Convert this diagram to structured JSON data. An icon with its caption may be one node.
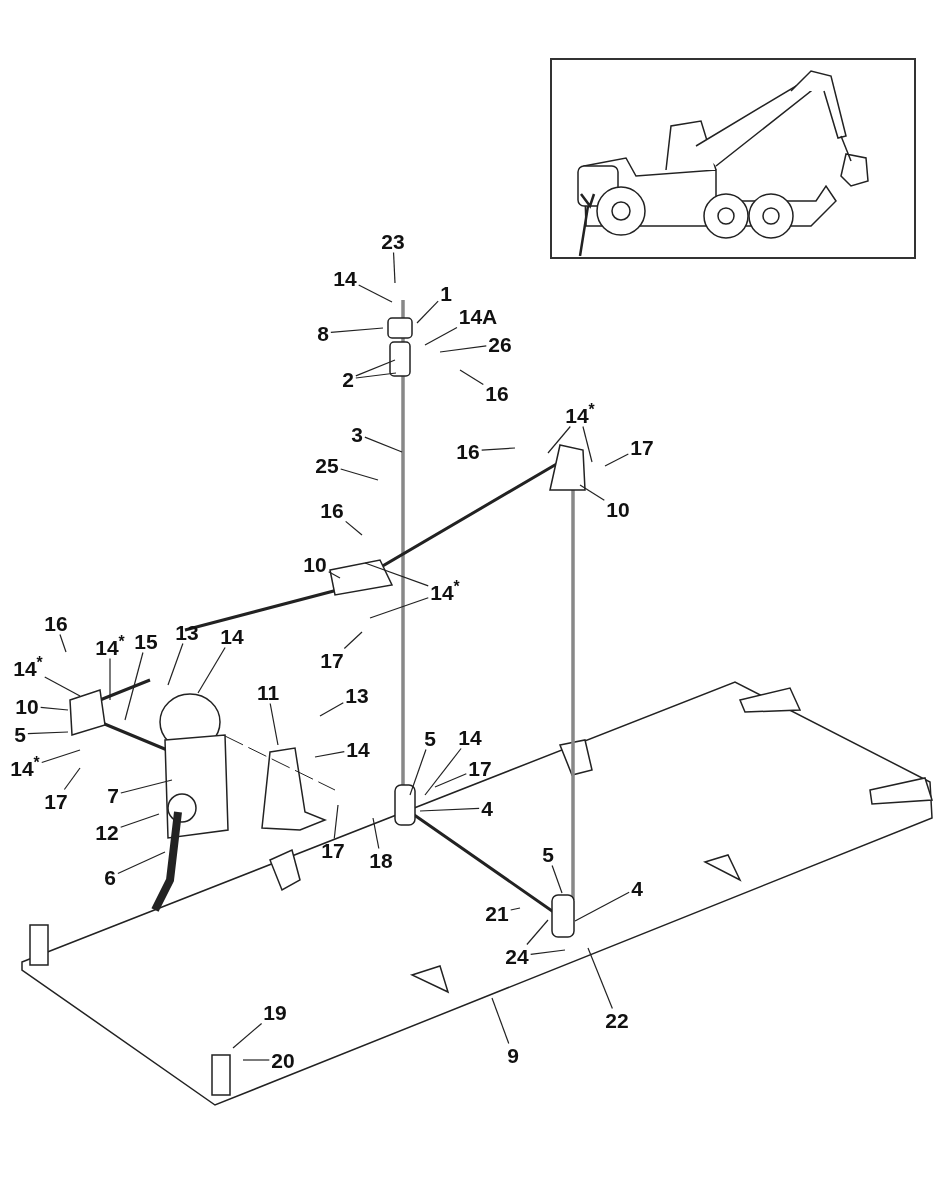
{
  "diagram": {
    "nodes": [
      {
        "text": [
          "23"
        ]
      },
      {
        "text": [
          "14"
        ]
      },
      {
        "text": [
          "1"
        ]
      },
      {
        "text": [
          "14A"
        ]
      },
      {
        "text": [
          "8"
        ]
      },
      {
        "text": [
          "26"
        ]
      },
      {
        "text": [
          "2"
        ]
      },
      {
        "text": [
          "16"
        ]
      },
      {
        "text": [
          "3"
        ]
      },
      {
        "text": [
          "14$^{*}$"
        ]
      },
      {
        "text": [
          "16"
        ]
      },
      {
        "text": [
          "17"
        ]
      },
      {
        "text": [
          "10"
        ]
      },
      {
        "text": [
          "25"
        ]
      },
      {
        "text": [
          "16"
        ]
      },
      {
        "text": [
          "10"
        ]
      },
      {
        "text": [
          "14$^{*}$"
        ]
      },
      {
        "text": [
          "17"
        ]
      },
      {
        "text": [
          "16"
        ]
      },
      {
        "text": [
          "14$^{*}$"
        ]
      },
      {
        "text": [
          "15"
        ]
      },
      {
        "text": [
          "13"
        ]
      },
      {
        "text": [
          "14"
        ]
      },
      {
        "text": [
          "14$^{*}$"
        ]
      },
      {
        "text": [
          "10"
        ]
      },
      {
        "text": [
          "5"
        ]
      },
      {
        "text": [
          "14$^{*}$"
        ]
      },
      {
        "text": [
          "17"
        ]
      },
      {
        "text": [
          "11"
        ]
      },
      {
        "text": [
          "13"
        ]
      },
      {
        "text": [
          "14"
        ]
      },
      {
        "text": [
          "7"
        ]
      },
      {
        "text": [
          "12"
        ]
      },
      {
        "text": [
          "17"
        ]
      },
      {
        "text": [
          "6"
        ]
      },
      {
        "text": [
          "5"
        ]
      },
      {
        "text": [
          "14"
        ]
      },
      {
        "text": [
          "17"
        ]
      },
      {
        "text": [
          "4"
        ]
      },
      {
        "text": [
          "18"
        ]
      },
      {
        "text": [
          "5"
        ]
      },
      {
        "text": [
          "4"
        ]
      },
      {
        "text": [
          "21"
        ]
      },
      {
        "text": [
          "24"
        ]
      },
      {
        "text": [
          "22"
        ]
      },
      {
        "text": [
          "9"
        ]
      },
      {
        "text": [
          "19"
        ]
      },
      {
        "text": [
          "20"
        ]
      }
    ],
    "edges": [
      {
        "from": 0,
        "to": null,
        "arrow": "none"
      },
      {
        "from": 1,
        "to": null,
        "arrow": "none"
      },
      {
        "from": 2,
        "to": null,
        "arrow": "none"
      },
      {
        "from": 3,
        "to": null,
        "arrow": "none"
      },
      {
        "from": 4,
        "to": null,
        "arrow": "none"
      },
      {
        "from": 5,
        "to": null,
        "arrow": "none"
      },
      {
        "from": 6,
        "to": null,
        "arrow": "none"
      },
      {
        "from": 6,
        "to": null,
        "arrow": "none"
      },
      {
        "from": 7,
        "to": null,
        "arrow": "none"
      },
      {
        "from": 8,
        "to": null,
        "arrow": "none"
      },
      {
        "from": 9,
        "to": null,
        "arrow": "none"
      },
      {
        "from": 9,
        "to": null,
        "arrow": "none"
      },
      {
        "from": 10,
        "to": null,
        "arrow": "none"
      },
      {
        "from": 11,
        "to": null,
        "arrow": "none"
      },
      {
        "from": 12,
        "to": null,
        "arrow": "none"
      },
      {
        "from": 13,
        "to": null,
        "arrow": "none"
      },
      {
        "from": 14,
        "to": null,
        "arrow": "none"
      },
      {
        "from": 15,
        "to": null,
        "arrow": "none"
      },
      {
        "from": 16,
        "to": null,
        "arrow": "none"
      },
      {
        "from": 16,
        "to": null,
        "arrow": "none"
      },
      {
        "from": 17,
        "to": null,
        "arrow": "none"
      },
      {
        "from": 18,
        "to": null,
        "arrow": "none"
      },
      {
        "from": 19,
        "to": null,
        "arrow": "none"
      },
      {
        "from": 20,
        "to": null,
        "arrow": "none"
      },
      {
        "from": 21,
        "to": null,
        "arrow": "none"
      },
      {
        "from": 22,
        "to": null,
        "arrow": "none"
      },
      {
        "from": 23,
        "to": null,
        "arrow": "none"
      },
      {
        "from": 24,
        "to": null,
        "arrow": "none"
      },
      {
        "from": 25,
        "to": null,
        "arrow": "none"
      },
      {
        "from": 26,
        "to": null,
        "arrow": "none"
      },
      {
        "from": 27,
        "to": null,
        "arrow": "none"
      },
      {
        "from": 28,
        "to": null,
        "arrow": "none"
      },
      {
        "from": 29,
        "to": null,
        "arrow": "none"
      },
      {
        "from": 30,
        "to": null,
        "arrow": "none"
      },
      {
        "from": 31,
        "to": null,
        "arrow": "none"
      },
      {
        "from": 32,
        "to": null,
        "arrow": "none"
      },
      {
        "from": 33,
        "to": null,
        "arrow": "none"
      },
      {
        "from": 34,
        "to": null,
        "arrow": "none"
      },
      {
        "from": 35,
        "to": null,
        "arrow": "none"
      },
      {
        "from": 36,
        "to": null,
        "arrow": "none"
      },
      {
        "from": 37,
        "to": null,
        "arrow": "none"
      },
      {
        "from": 38,
        "to": null,
        "arrow": "none"
      },
      {
        "from": 39,
        "to": null,
        "arrow": "none"
      },
      {
        "from": 40,
        "to": null,
        "arrow": "none"
      },
      {
        "from": 41,
        "to": null,
        "arrow": "none"
      },
      {
        "from": 42,
        "to": null,
        "arrow": "none"
      },
      {
        "from": 43,
        "to": null,
        "arrow": "none"
      },
      {
        "from": 43,
        "to": null,
        "arrow": "none"
      },
      {
        "from": 44,
        "to": null,
        "arrow": "none"
      },
      {
        "from": 45,
        "to": null,
        "arrow": "none"
      },
      {
        "from": 46,
        "to": null,
        "arrow": "none"
      },
      {
        "from": 47,
        "to": null,
        "arrow": "none"
      }
    ]
  }
}
